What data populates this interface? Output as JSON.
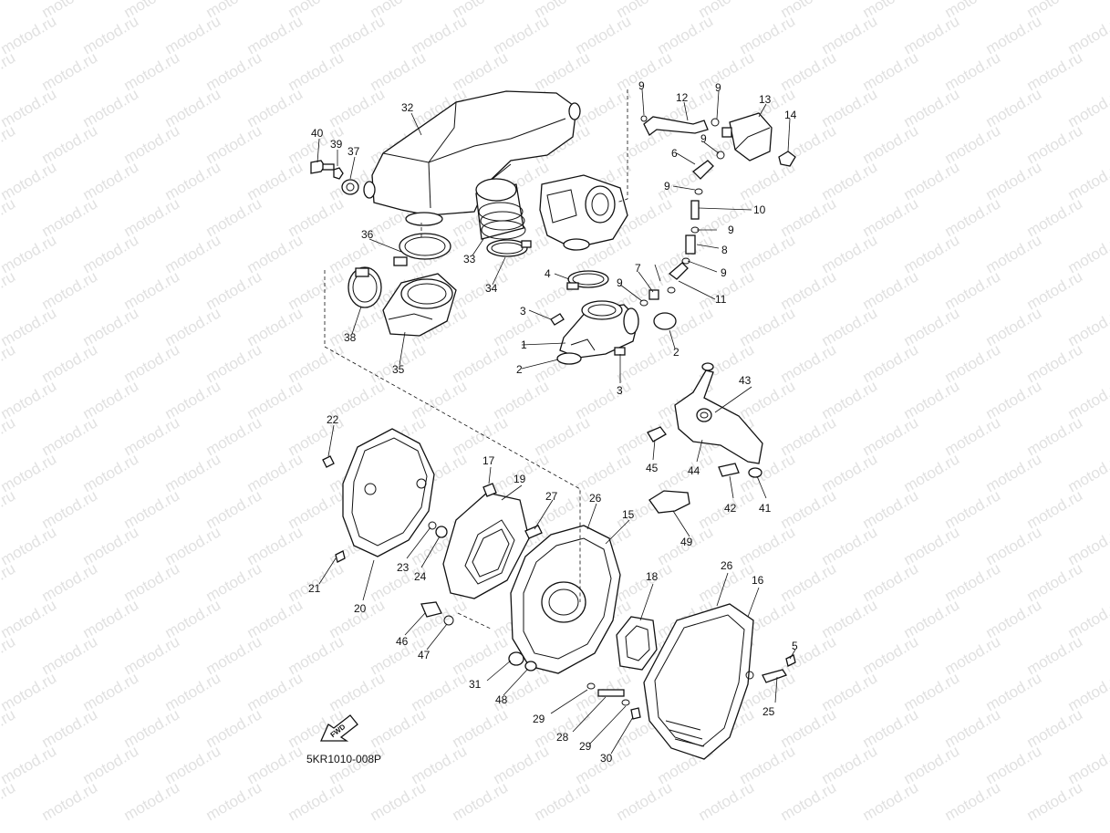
{
  "watermark": "motod.ru",
  "diagram_code": "5KR1010-008P",
  "fwd_arrow": "FWD",
  "callouts": [
    "1",
    "2",
    "2",
    "3",
    "3",
    "4",
    "5",
    "6",
    "7",
    "8",
    "9",
    "9",
    "9",
    "9",
    "9",
    "9",
    "9",
    "10",
    "11",
    "12",
    "13",
    "14",
    "15",
    "16",
    "17",
    "18",
    "19",
    "20",
    "21",
    "22",
    "23",
    "24",
    "25",
    "26",
    "26",
    "27",
    "28",
    "29",
    "29",
    "30",
    "31",
    "32",
    "33",
    "34",
    "35",
    "36",
    "37",
    "38",
    "39",
    "40",
    "41",
    "42",
    "43",
    "44",
    "45",
    "46",
    "47",
    "48",
    "49"
  ]
}
